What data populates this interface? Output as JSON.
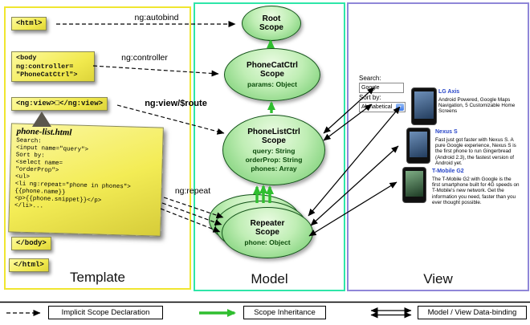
{
  "template_panel": {
    "label": "Template",
    "boxes": {
      "html_open": "<html>",
      "body_open": "<body\nng:controller=\n\"PhoneCatCtrl\">",
      "ng_view": "<ng:view>□</ng:view>",
      "body_close": "</body>",
      "html_close": "</html>"
    },
    "note": {
      "title": "phone-list.html",
      "code": "Search:\n<input name=\"query\">\nSort by:\n<select name=\n\"orderProp\">\n<ul>\n<li ng:repeat=\"phone in phones\">\n{{phone.name}}\n<p>{{phone.snippet}}</p>\n</li>..."
    }
  },
  "arrows": {
    "autobind_label": "ng:autobind",
    "controller_label": "ng:controller",
    "view_route_label": "ng:view/$route",
    "repeat_label": "ng:repeat"
  },
  "model_panel": {
    "label": "Model",
    "root_scope": {
      "title": "Root\nScope"
    },
    "phonecat_scope": {
      "title": "PhoneCatCtrl\nScope",
      "props": "params: Object"
    },
    "phonelist_scope": {
      "title": "PhoneListCtrl\nScope",
      "props": "query: String\norderProp: String\nphones: Array"
    },
    "repeater_scope": {
      "title": "Repeater\nScope",
      "props": "phone: Object"
    }
  },
  "view_panel": {
    "label": "View",
    "search_label": "Search:",
    "search_value": "Google",
    "sort_label": "Sort by:",
    "sort_value": "Alphabetical",
    "phones": [
      {
        "name": "LG Axis",
        "desc": "Android Powered, Google Maps Navigation, 5 Customizable Home Screens"
      },
      {
        "name": "Nexus S",
        "desc": "Fast just got faster with Nexus S. A pure Google experience, Nexus S is the first phone to run Gingerbread (Android 2.3), the fastest version of Android yet."
      },
      {
        "name": "T-Mobile G2",
        "desc": "The T-Mobile G2 with Google is the first smartphone built for 4G speeds on T-Mobile's new network. Get the information you need, faster than you ever thought possible."
      }
    ]
  },
  "legend": {
    "implicit": "Implicit Scope Declaration",
    "inheritance": "Scope Inheritance",
    "binding": "Model / View Data-binding"
  },
  "colors": {
    "template_border": "#f0e62f",
    "model_border": "#2ee6a8",
    "view_border": "#8f86d8",
    "note_yellow": "#f1e94d",
    "scope_green": "#84d37e",
    "inheritance_green": "#2fbe2f",
    "link_blue": "#2745c8"
  }
}
